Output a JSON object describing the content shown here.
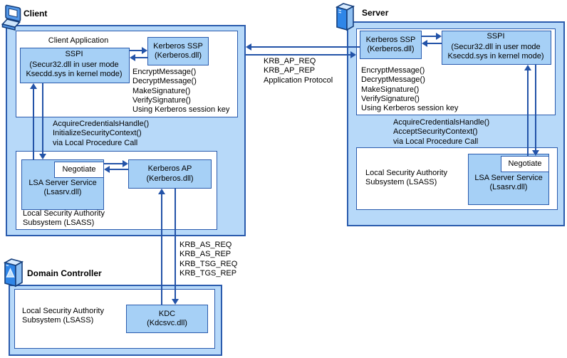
{
  "colors": {
    "box_border": "#2a5bad",
    "outer_fill": "#b7d9f9",
    "inner_fill": "#a6d0f6",
    "arrow": "#2353a8",
    "background": "#ffffff"
  },
  "icons": {
    "client": "client-computer-icon",
    "server": "server-tower-icon",
    "domain_controller": "domain-controller-icon"
  },
  "client": {
    "title": "Client",
    "app_title": "Client Application",
    "sspi": {
      "title": "SSPI",
      "line1": "(Secur32.dll in user mode",
      "line2": "Ksecdd.sys in kernel mode)"
    },
    "kerberos_ssp": {
      "line1": "Kerberos SSP",
      "line2": "(Kerberos.dll)"
    },
    "functions": [
      "EncryptMessage()",
      "DecryptMessage()",
      "MakeSignature()",
      "VerifySignature()",
      "Using Kerberos session key"
    ],
    "lpc": [
      "AcquireCredentialsHandle()",
      "InitializeSecurityContext()",
      "via Local Procedure Call"
    ],
    "negotiate": "Negotiate",
    "lsa_service": {
      "line1": "LSA Server Service",
      "line2": "(Lsasrv.dll)"
    },
    "kerberos_ap": {
      "line1": "Kerberos AP",
      "line2": "(Kerberos.dll)"
    },
    "lsass": {
      "line1": "Local Security Authority",
      "line2": "Subsystem (LSASS)"
    }
  },
  "server": {
    "title": "Server",
    "kerberos_ssp": {
      "line1": "Kerberos SSP",
      "line2": "(Kerberos.dll)"
    },
    "sspi": {
      "title": "SSPI",
      "line1": "(Secur32.dll in user mode",
      "line2": "Ksecdd.sys in kernel mode)"
    },
    "functions": [
      "EncryptMessage()",
      "DecryptMessage()",
      "MakeSignature()",
      "VerifySignature()",
      "Using Kerberos session key"
    ],
    "lpc": [
      "AcquireCredentialsHandle()",
      "AcceptSecurityContext()",
      "via Local Procedure Call"
    ],
    "negotiate": "Negotiate",
    "lsa_service": {
      "line1": "LSA Server Service",
      "line2": "(Lsasrv.dll)"
    },
    "lsass": {
      "line1": "Local Security Authority",
      "line2": "Subsystem (LSASS)"
    }
  },
  "domain_controller": {
    "title": "Domain Controller",
    "lsass": {
      "line1": "Local Security Authority",
      "line2": "Subsystem (LSASS)"
    },
    "kdc": {
      "line1": "KDC",
      "line2": "(Kdcsvc.dll)"
    }
  },
  "messages": {
    "client_server": [
      "KRB_AP_REQ",
      "KRB_AP_REP",
      "Application Protocol"
    ],
    "client_dc": [
      "KRB_AS_REQ",
      "KRB_AS_REP",
      "KRB_TSG_REQ",
      "KRB_TGS_REP"
    ]
  }
}
